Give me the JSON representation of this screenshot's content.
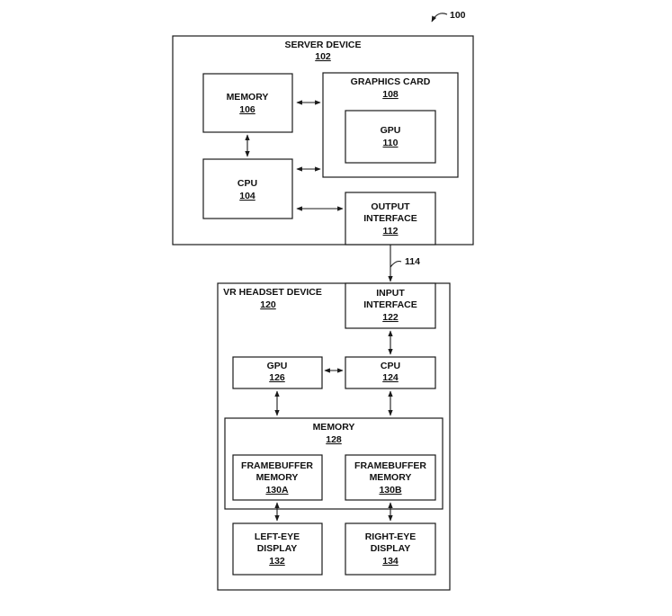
{
  "figure_ref": "100",
  "link_ref": "114",
  "server": {
    "title": "SERVER DEVICE",
    "number": "102",
    "memory": {
      "label": "MEMORY",
      "number": "106"
    },
    "cpu": {
      "label": "CPU",
      "number": "104"
    },
    "graphics_card": {
      "label": "GRAPHICS CARD",
      "number": "108"
    },
    "gpu": {
      "label": "GPU",
      "number": "110"
    },
    "output_interface": {
      "label1": "OUTPUT",
      "label2": "INTERFACE",
      "number": "112"
    }
  },
  "headset": {
    "title": "VR HEADSET DEVICE",
    "number": "120",
    "input_interface": {
      "label1": "INPUT",
      "label2": "INTERFACE",
      "number": "122"
    },
    "gpu": {
      "label": "GPU",
      "number": "126"
    },
    "cpu": {
      "label": "CPU",
      "number": "124"
    },
    "memory": {
      "label": "MEMORY",
      "number": "128"
    },
    "framebuffer_a": {
      "label1": "FRAMEBUFFER",
      "label2": "MEMORY",
      "number": "130A"
    },
    "framebuffer_b": {
      "label1": "FRAMEBUFFER",
      "label2": "MEMORY",
      "number": "130B"
    },
    "left_display": {
      "label1": "LEFT-EYE",
      "label2": "DISPLAY",
      "number": "132"
    },
    "right_display": {
      "label1": "RIGHT-EYE",
      "label2": "DISPLAY",
      "number": "134"
    }
  }
}
